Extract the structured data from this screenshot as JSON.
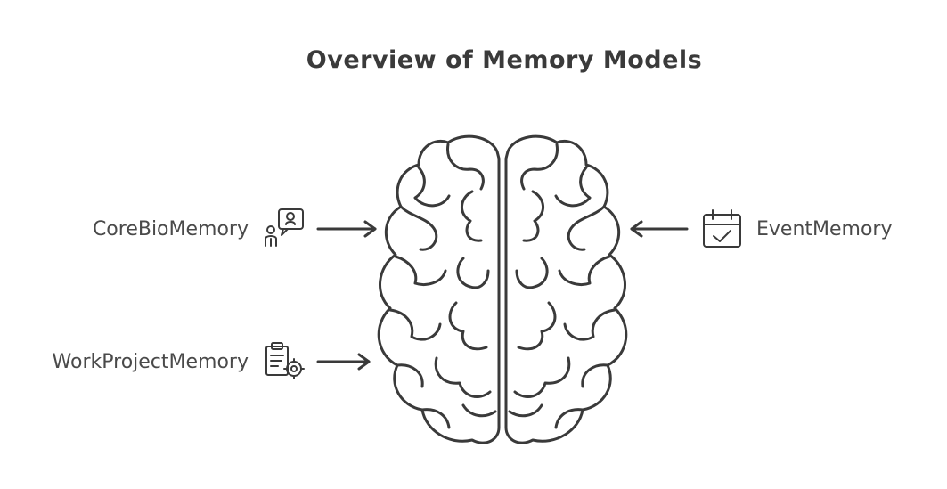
{
  "title": "Overview of Memory Models",
  "memories": {
    "core_bio": "CoreBioMemory",
    "work_project": "WorkProjectMemory",
    "event": "EventMemory"
  },
  "icons": {
    "core_bio": "person-speech-bubble-icon",
    "work_project": "clipboard-gear-icon",
    "event": "calendar-check-icon",
    "center": "brain-icon"
  },
  "colors": {
    "stroke": "#3a3a3a",
    "text": "#4a4a4a",
    "background": "#ffffff"
  }
}
